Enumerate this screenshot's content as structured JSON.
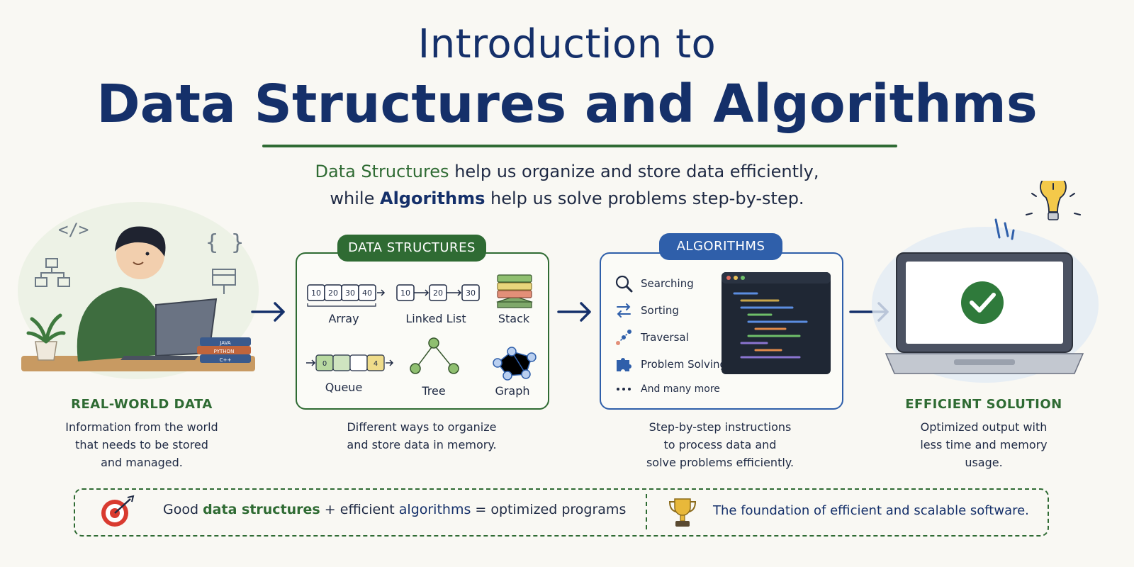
{
  "title": {
    "line1": "Introduction to",
    "line2": "Data Structures and Algorithms"
  },
  "subtitle": {
    "line1_highlight": "Data Structures",
    "line1_rest": " help us organize and store data efficiently,",
    "line2_prefix": "while ",
    "line2_highlight": "Algorithms",
    "line2_rest": " help us solve problems step-by-step."
  },
  "real_world": {
    "title": "REAL-WORLD DATA",
    "desc": [
      "Information from the world",
      "that needs to be stored",
      "and managed."
    ],
    "code_glyphs": [
      "</>",
      "{ }"
    ],
    "book_labels": [
      "JAVA",
      "PYTHON",
      "C++"
    ]
  },
  "data_structures": {
    "header": "DATA STRUCTURES",
    "array_values": [
      "10",
      "20",
      "30",
      "40"
    ],
    "linked_values": [
      "10",
      "20",
      "30"
    ],
    "queue_values": [
      "0",
      "",
      "",
      "4"
    ],
    "labels": {
      "array": "Array",
      "linked_list": "Linked List",
      "stack": "Stack",
      "queue": "Queue",
      "tree": "Tree",
      "graph": "Graph"
    },
    "caption": [
      "Different ways to organize",
      "and store data in memory."
    ]
  },
  "algorithms": {
    "header": "ALGORITHMS",
    "items": [
      {
        "icon": "search-icon",
        "label": "Searching"
      },
      {
        "icon": "swap-arrows-icon",
        "label": "Sorting"
      },
      {
        "icon": "traversal-icon",
        "label": "Traversal"
      },
      {
        "icon": "puzzle-icon",
        "label": "Problem Solving"
      },
      {
        "icon": "ellipsis-icon",
        "label": "And many more"
      }
    ],
    "caption": [
      "Step-by-step instructions",
      "to process data and",
      "solve problems efficiently."
    ]
  },
  "solution": {
    "title": "EFFICIENT SOLUTION",
    "desc": [
      "Optimized output with",
      "less time and memory",
      "usage."
    ]
  },
  "bottom": {
    "left_prefix": "Good ",
    "left_ds": "data structures",
    "left_mid": " + efficient ",
    "left_alg": "algorithms",
    "left_suffix": " = optimized programs",
    "right": "The foundation of efficient and scalable software."
  },
  "colors": {
    "navy": "#15306a",
    "green": "#2f6b33",
    "blue": "#2f5faa",
    "background": "#f9f8f3"
  }
}
